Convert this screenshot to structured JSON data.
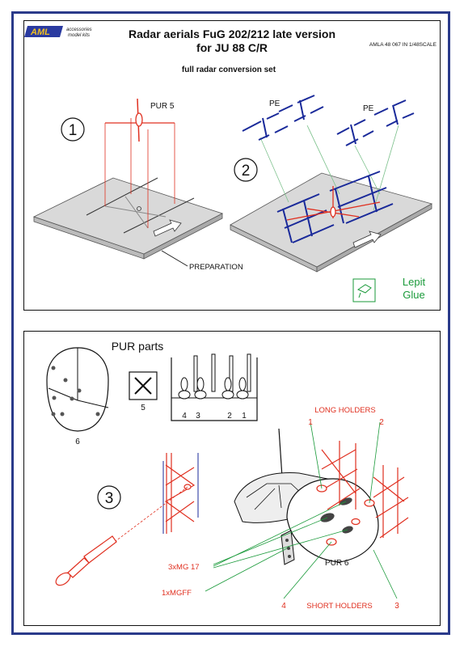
{
  "header": {
    "logo_text": "AML",
    "logo_sub1": "accessories",
    "logo_sub2": "model kits",
    "title_line1": "Radar aerials FuG 202/212 late version",
    "title_line2": "for JU 88 C/R",
    "code": "AMLA 48 067 IN 1/48SCALE",
    "subtitle": "full radar conversion set"
  },
  "step1": {
    "number": "1",
    "part_label": "PUR 5",
    "note": "PREPARATION"
  },
  "step2": {
    "number": "2",
    "label_left": "PE",
    "label_right": "PE"
  },
  "glue": {
    "line1": "Lepit",
    "line2": "Glue"
  },
  "parts": {
    "title": "PUR parts",
    "part6": "6",
    "part5": "5",
    "sprue_labels": [
      "4",
      "3",
      "2",
      "1"
    ]
  },
  "step3": {
    "number": "3",
    "long_holders": "LONG HOLDERS",
    "short_holders": "SHORT HOLDERS",
    "mg17": "3xMG 17",
    "mgff": "1xMGFF",
    "pur6": "PUR 6",
    "callout1": "1",
    "callout2": "2",
    "callout3": "3",
    "callout4": "4"
  },
  "colors": {
    "frame": "#2a3a8a",
    "red": "#e03020",
    "blue": "#1a2a9a",
    "green": "#1a9a3a",
    "plate": "#d9d9d9"
  }
}
